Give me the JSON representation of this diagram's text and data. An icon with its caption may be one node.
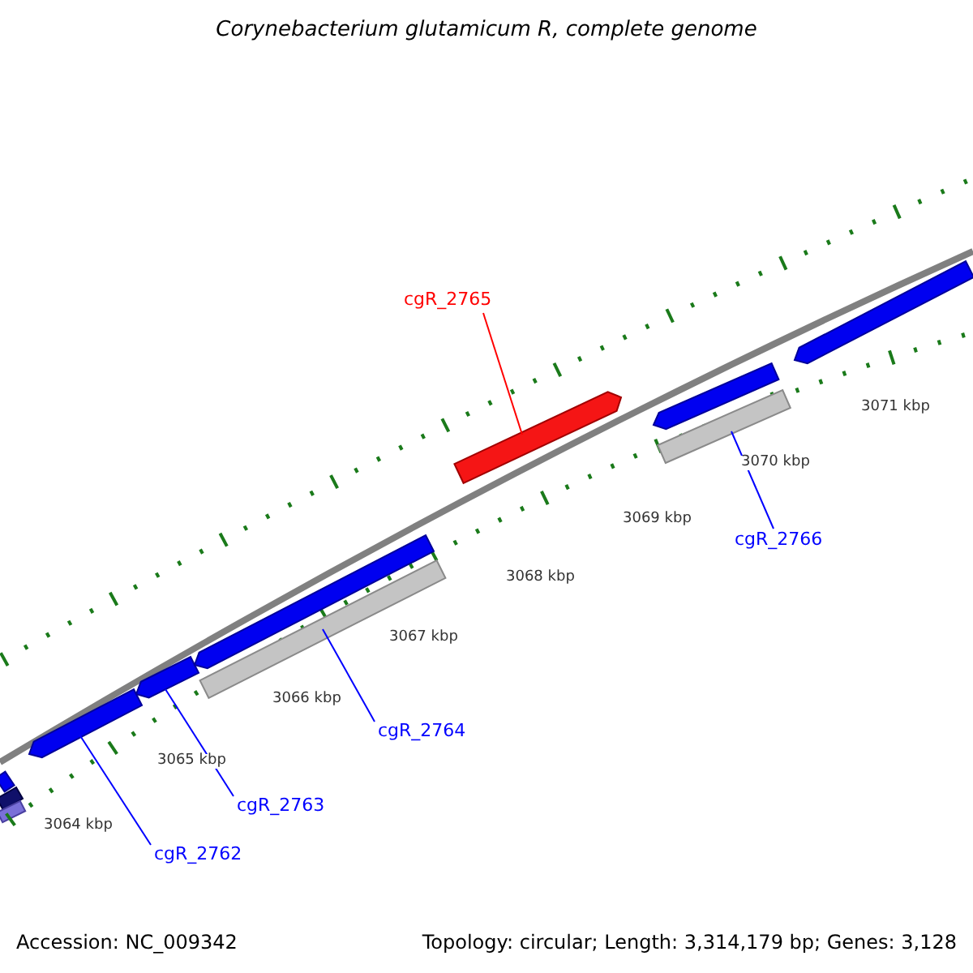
{
  "diagram": {
    "title": "Corynebacterium glutamicum R, complete genome",
    "nodes": [
      {
        "text": [
          "cgR_2765"
        ]
      },
      {
        "text": [],
        "shape": "bar"
      },
      {
        "text": [],
        "shape": "bar"
      },
      {
        "text": [
          "cgR_2766"
        ]
      },
      {
        "text": [],
        "shape": "bar"
      },
      {
        "text": [
          "cgR_2764"
        ]
      },
      {
        "text": [],
        "shape": "bar"
      },
      {
        "text": [
          "cgR_2763"
        ]
      },
      {
        "text": [],
        "shape": "bar"
      },
      {
        "text": [
          "cgR_2762"
        ]
      },
      {
        "text": [],
        "shape": "bar"
      },
      {
        "text": [],
        "shape": "bar"
      },
      {
        "text": [],
        "shape": "bar"
      }
    ],
    "edges": [
      {
        "from": 0,
        "to": 1,
        "arrow": "none",
        "color": "#ff0000"
      },
      {
        "from": 3,
        "to": 2,
        "arrow": "none"
      },
      {
        "from": 5,
        "to": 4,
        "arrow": "none"
      },
      {
        "from": 7,
        "to": 6,
        "arrow": "none"
      },
      {
        "from": 9,
        "to": 8,
        "arrow": "none"
      }
    ],
    "labels": [
      "3071 kbp",
      "3070 kbp",
      "3069 kbp",
      "3068 kbp",
      "3067 kbp",
      "3066 kbp",
      "3065 kbp",
      "3064 kbp",
      "Accession: NC_009342",
      "Topology: circular; Length: 3,314,179 bp; Genes: 3,128"
    ]
  }
}
